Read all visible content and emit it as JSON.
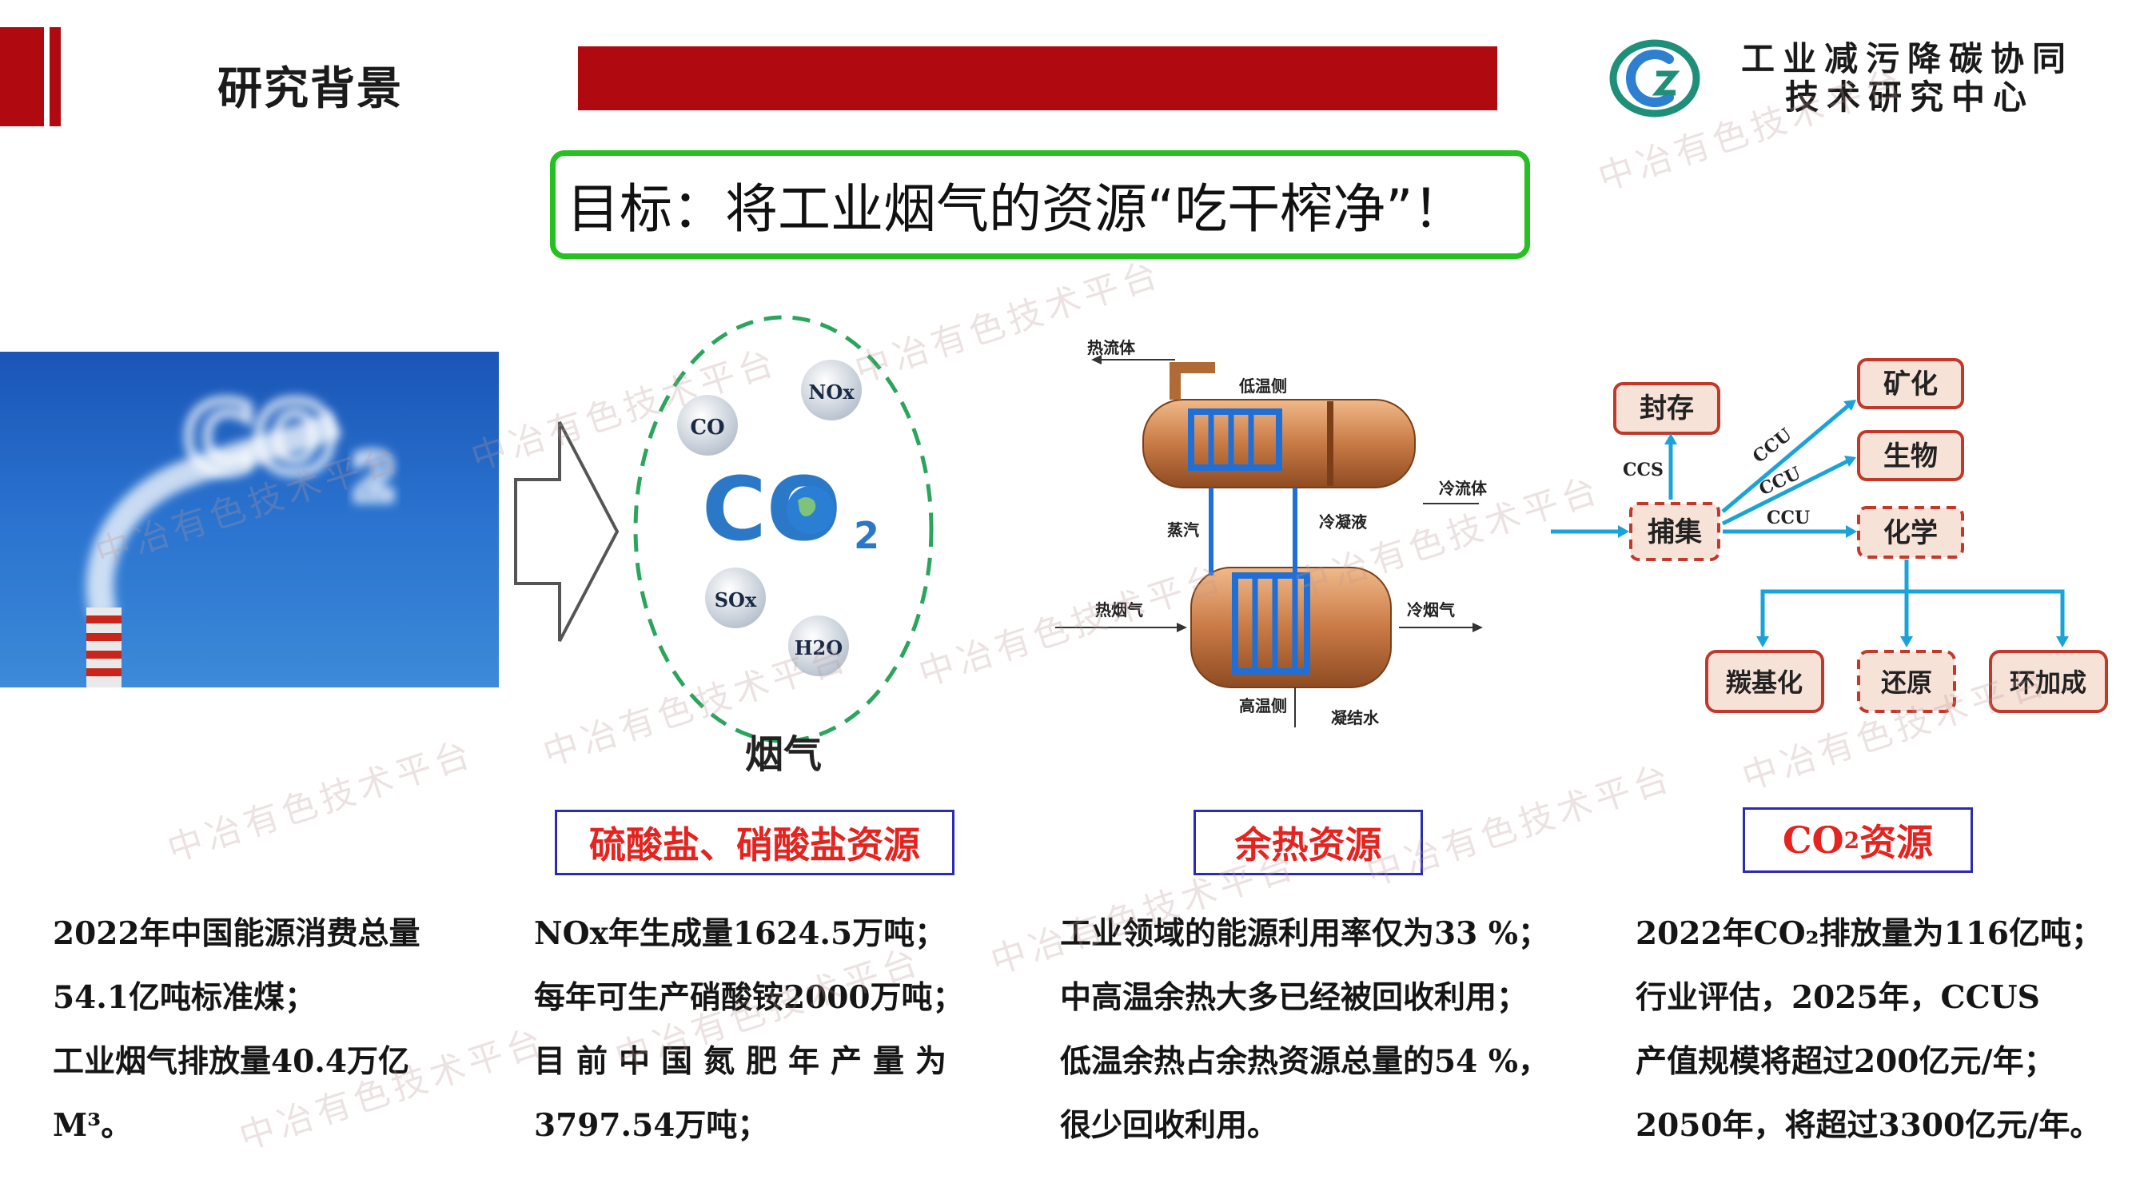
{
  "header": {
    "title": "研究背景",
    "org_line1": "工业减污降碳协同",
    "org_line2": "技术研究中心",
    "accent": "#b00a10"
  },
  "goal": "目标：将工业烟气的资源“吃干榨净”！",
  "flue_gas": {
    "center": "CO",
    "center_sub": "2",
    "molecules": [
      "CO",
      "NOx",
      "SOx",
      "H2O"
    ],
    "caption": "烟气"
  },
  "heat_exchanger": {
    "hot_fluid": "热流体",
    "low_side": "低温侧",
    "cold_fluid": "冷流体",
    "steam": "蒸汽",
    "condensate": "冷凝液",
    "hot_flue": "热烟气",
    "cold_flue": "冷烟气",
    "high_side": "高温侧",
    "condensed_water": "凝结水"
  },
  "co2_flow": {
    "capture": "捕集",
    "storage": "封存",
    "ccs": "CCS",
    "ccu": "CCU",
    "mineral": "矿化",
    "bio": "生物",
    "chem": "化学",
    "carbonyl": "羰基化",
    "reduce": "还原",
    "cycloadd": "环加成"
  },
  "categories": {
    "c1": "硫酸盐、硝酸盐资源",
    "c2": "余热资源",
    "c3_main": "CO",
    "c3_sub": "2",
    "c3_tail": "资源"
  },
  "columns": {
    "col1": [
      "2022年中国能源消费总量",
      "54.1亿吨标准煤；",
      "工业烟气排放量40.4万亿",
      "M³。"
    ],
    "col2": [
      "NOx年生成量1624.5万吨；",
      "每年可生产硝酸铵2000万吨；",
      "目前中国氮肥年产量为",
      "3797.54万吨；"
    ],
    "col3": [
      "工业领域的能源利用率仅为33 %；",
      "中高温余热大多已经被回收利用；",
      "低温余热占余热资源总量的54 %，",
      "很少回收利用。"
    ],
    "col4": [
      "2022年CO₂排放量为116亿吨；",
      "行业评估，2025年，CCUS",
      "产值规模将超过200亿元/年；",
      "2050年，将超过3300亿元/年。"
    ]
  },
  "watermark": "中冶有色技术平台"
}
